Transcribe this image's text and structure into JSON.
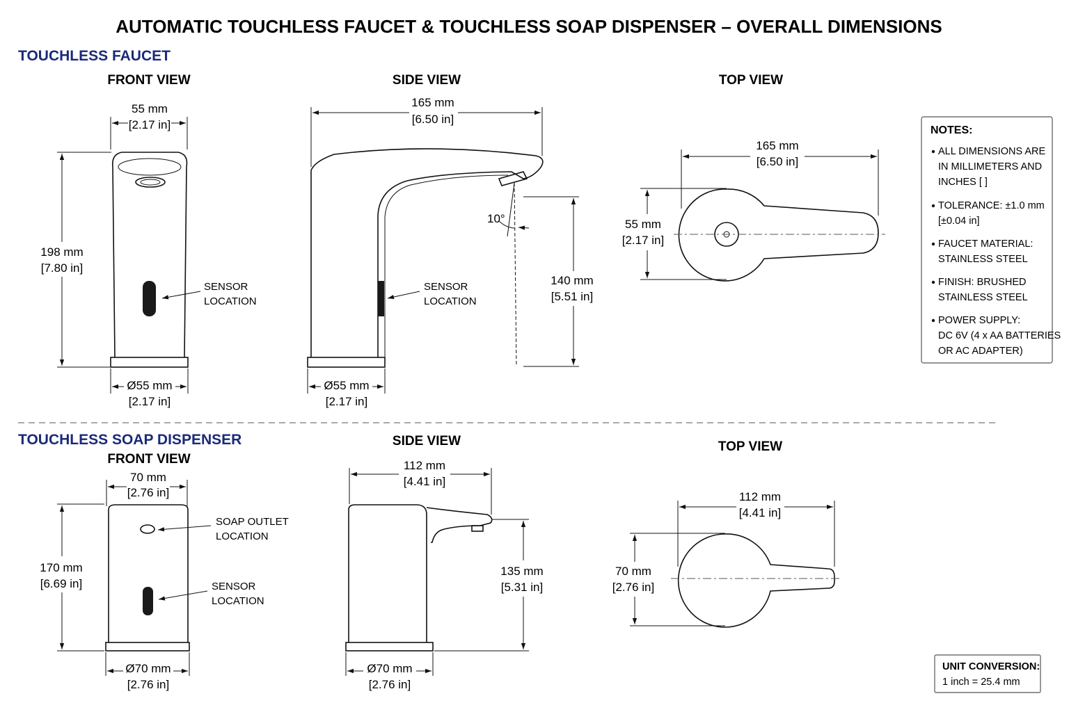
{
  "title": "AUTOMATIC TOUCHLESS FAUCET & TOUCHLESS SOAP DISPENSER – OVERALL DIMENSIONS",
  "faucet": {
    "section_label": "TOUCHLESS FAUCET",
    "front": {
      "view_label": "FRONT VIEW",
      "width_mm": "55 mm",
      "width_in": "[2.17 in]",
      "height_mm": "198 mm",
      "height_in": "[7.80 in]",
      "base_mm": "Ø55 mm",
      "base_in": "[2.17 in]",
      "sensor_line1": "SENSOR",
      "sensor_line2": "LOCATION"
    },
    "side": {
      "view_label": "SIDE VIEW",
      "length_mm": "165 mm",
      "length_in": "[6.50 in]",
      "angle": "10°",
      "spout_height_mm": "140 mm",
      "spout_height_in": "[5.51 in]",
      "base_mm": "Ø55 mm",
      "base_in": "[2.17 in]",
      "sensor_line1": "SENSOR",
      "sensor_line2": "LOCATION"
    },
    "top": {
      "view_label": "TOP VIEW",
      "length_mm": "165 mm",
      "length_in": "[6.50 in]",
      "width_mm": "55 mm",
      "width_in": "[2.17 in]"
    }
  },
  "notes": {
    "heading": "NOTES:",
    "items": [
      {
        "line1": "ALL DIMENSIONS ARE",
        "line2": "IN MILLIMETERS AND",
        "line3": "INCHES [ ]"
      },
      {
        "line1": "TOLERANCE: ±1.0 mm",
        "line2": "[±0.04 in]"
      },
      {
        "line1": "FAUCET MATERIAL:",
        "line2": "STAINLESS STEEL"
      },
      {
        "line1": "FINISH: BRUSHED",
        "line2": "STAINLESS STEEL"
      },
      {
        "line1": "POWER SUPPLY:",
        "line2": "DC 6V (4 x AA BATTERIES",
        "line3": "OR AC ADAPTER)"
      }
    ]
  },
  "soap": {
    "section_label": "TOUCHLESS SOAP DISPENSER",
    "front": {
      "view_label": "FRONT VIEW",
      "width_mm": "70 mm",
      "width_in": "[2.76 in]",
      "height_mm": "170 mm",
      "height_in": "[6.69 in]",
      "base_mm": "Ø70 mm",
      "base_in": "[2.76 in]",
      "outlet_line1": "SOAP OUTLET",
      "outlet_line2": "LOCATION",
      "sensor_line1": "SENSOR",
      "sensor_line2": "LOCATION"
    },
    "side": {
      "view_label": "SIDE VIEW",
      "length_mm": "112 mm",
      "length_in": "[4.41 in]",
      "height_mm": "135 mm",
      "height_in": "[5.31 in]",
      "base_mm": "Ø70 mm",
      "base_in": "[2.76 in]"
    },
    "top": {
      "view_label": "TOP VIEW",
      "length_mm": "112 mm",
      "length_in": "[4.41 in]",
      "width_mm": "70 mm",
      "width_in": "[2.76 in]"
    }
  },
  "conversion": {
    "heading": "UNIT CONVERSION:",
    "text": "1 inch = 25.4 mm"
  }
}
